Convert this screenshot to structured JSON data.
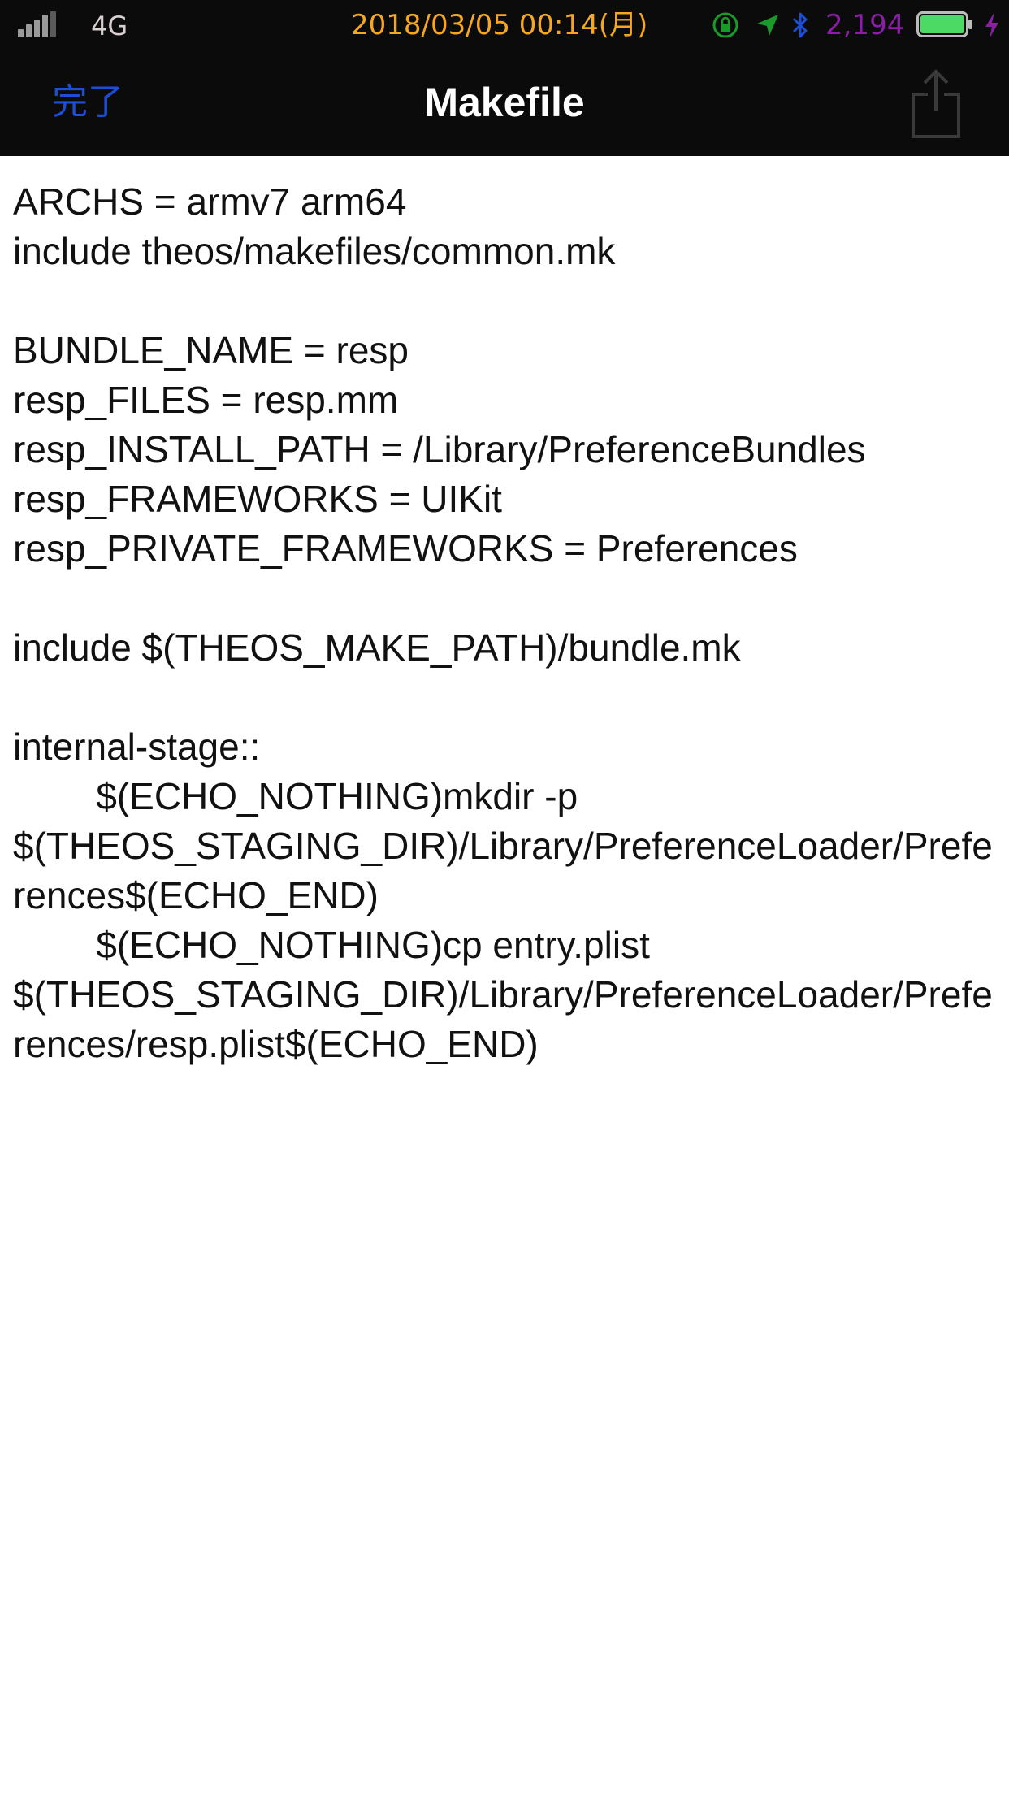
{
  "status_bar": {
    "carrier": "4G",
    "datetime": "2018/03/05 00:14(月)",
    "steps": "2,194",
    "colors": {
      "datetime": "#f5a623",
      "steps": "#8b1ea8",
      "battery": "#4cd964",
      "lock": "#1a9a2a",
      "location": "#1a9a2a",
      "bluetooth": "#1e4ed8"
    }
  },
  "nav": {
    "done_label": "完了",
    "title": "Makefile",
    "share_icon": "share-icon"
  },
  "editor": {
    "content": "ARCHS = armv7 arm64\ninclude theos/makefiles/common.mk\n\nBUNDLE_NAME = resp\nresp_FILES = resp.mm\nresp_INSTALL_PATH = /Library/PreferenceBundles\nresp_FRAMEWORKS = UIKit\nresp_PRIVATE_FRAMEWORKS = Preferences\n\ninclude $(THEOS_MAKE_PATH)/bundle.mk\n\ninternal-stage::\n\t$(ECHO_NOTHING)mkdir -p $(THEOS_STAGING_DIR)/Library/PreferenceLoader/Preferences$(ECHO_END)\n\t$(ECHO_NOTHING)cp entry.plist $(THEOS_STAGING_DIR)/Library/PreferenceLoader/Preferences/resp.plist$(ECHO_END)"
  }
}
